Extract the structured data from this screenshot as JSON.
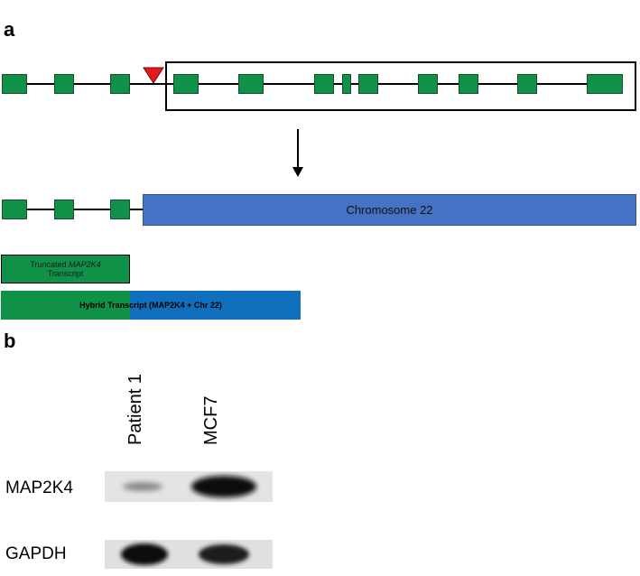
{
  "panel_a": {
    "label": "a",
    "chromosome_label": "Chromosome 22",
    "truncated_transcript": {
      "prefix": "Truncated ",
      "gene": "MAP2K4",
      "suffix": "Transcript"
    },
    "hybrid_transcript": "Hybrid Transcript (MAP2K4 + Chr 22)",
    "colors": {
      "exon": "#0f9148",
      "chromosome": "#4472c4",
      "hybrid_blue": "#0f6fbd",
      "breakpoint": "#e31a1c"
    },
    "icons": [
      "breakpoint-triangle-icon",
      "down-arrow-icon"
    ]
  },
  "panel_b": {
    "label": "b",
    "lanes": [
      "Patient 1",
      "MCF7"
    ],
    "rows": [
      "MAP2K4",
      "GAPDH"
    ]
  }
}
